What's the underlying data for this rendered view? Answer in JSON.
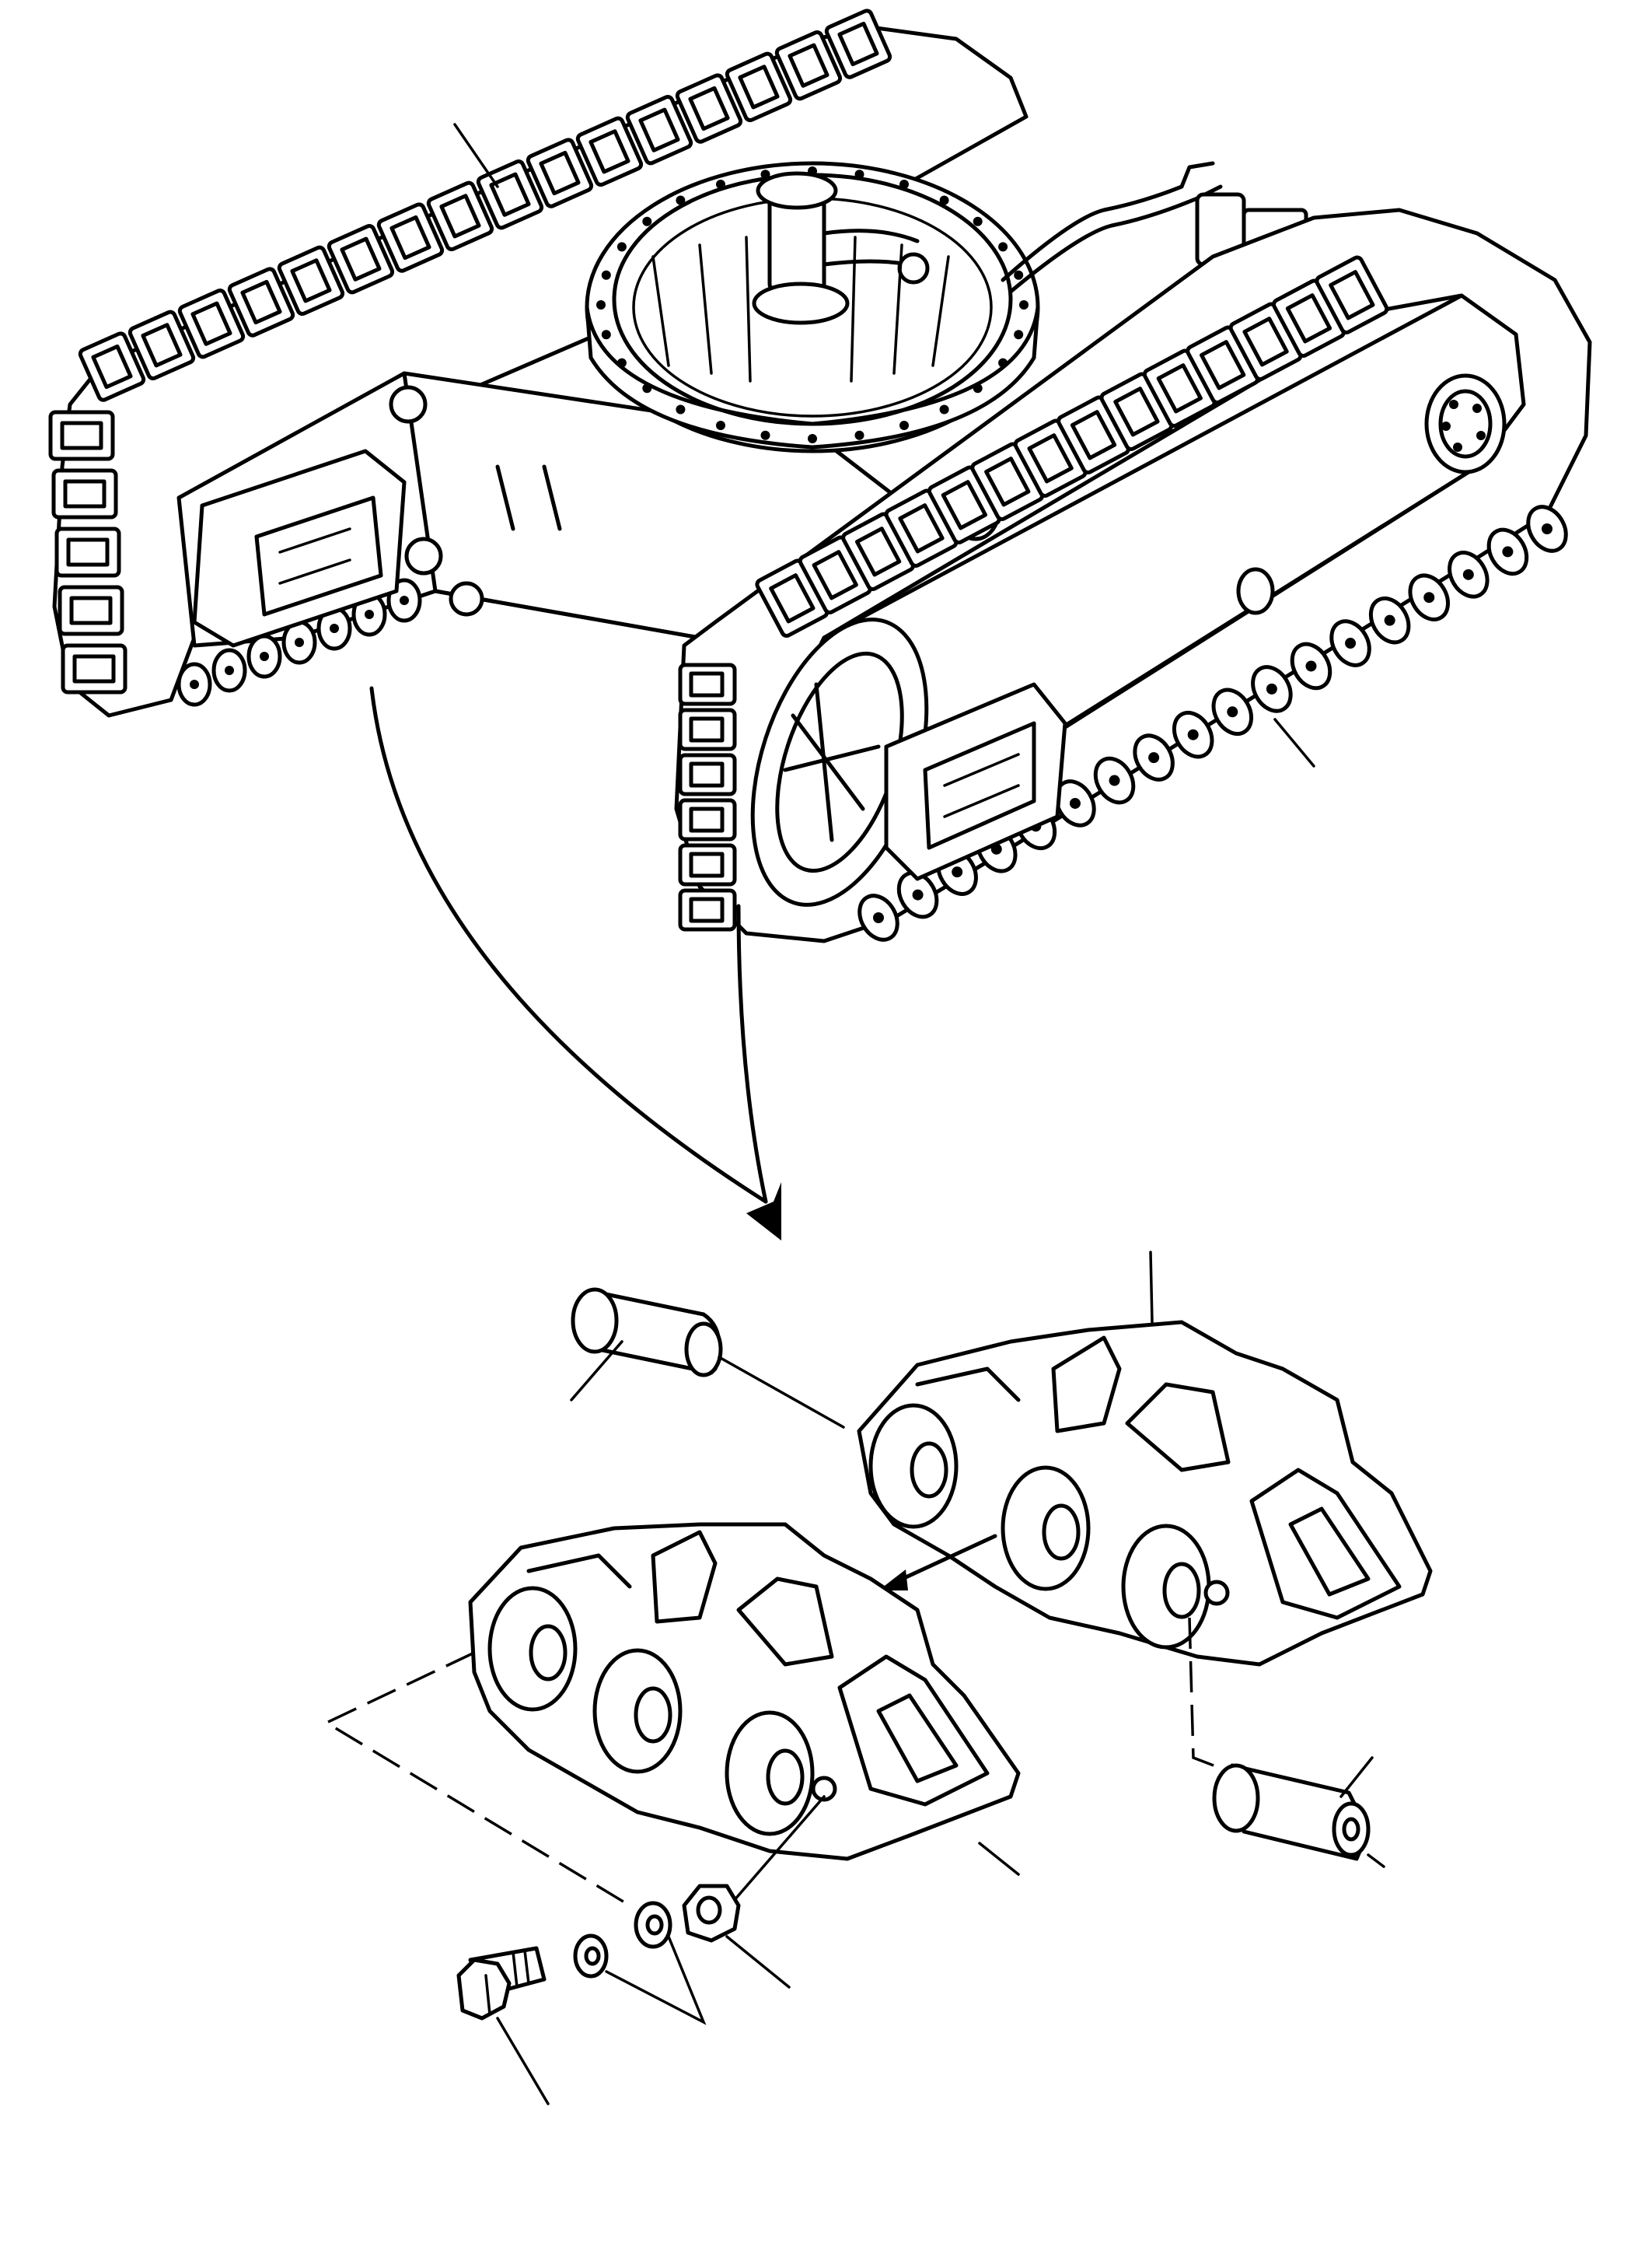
{
  "figure": {
    "kind": "exploded parts diagram",
    "parts": [
      "undercarriage-assembly",
      "track-shoe-link",
      "track-pin",
      "bolt",
      "washer",
      "nut"
    ]
  }
}
